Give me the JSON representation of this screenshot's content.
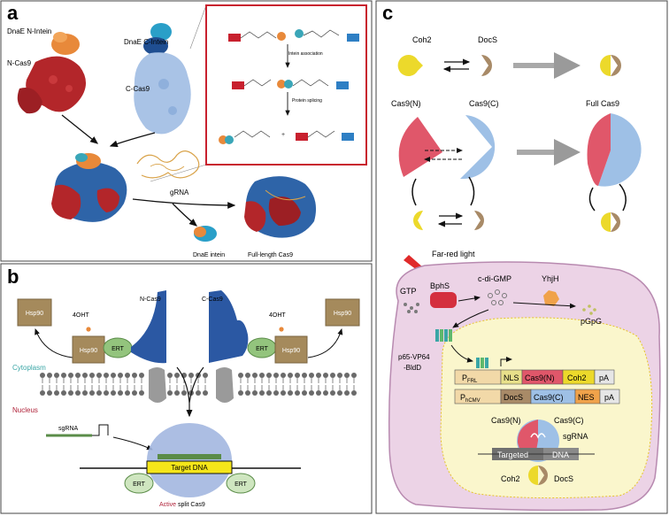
{
  "panels": {
    "a": {
      "letter": "a",
      "labels": {
        "dnae_n_intein": "DnaE N-Intein",
        "n_cas9": "N-Cas9",
        "dnae_c_intein": "DnaE C-Intein",
        "c_cas9": "C-Cas9",
        "grna": "gRNA",
        "dnae_intein": "DnaE intein",
        "full_length": "Full-length Cas9"
      },
      "inset": {
        "step1": "Intein association",
        "step2": "Protein splicing"
      },
      "colors": {
        "n_cas9": "#b3262a",
        "c_cas9": "#2e64a8",
        "c_cas9_light": "#a9c3e6",
        "intein": "#e8893a",
        "inset_border": "#c8202e"
      }
    },
    "b": {
      "letter": "b",
      "labels": {
        "hsp90_left": "Hsp90",
        "hsp90_left2": "Hsp90",
        "ert_left": "ERT",
        "ohtl": "4OHT",
        "n_cas9": "N-Cas9",
        "c_cas9": "C-Cas9",
        "ohtr": "4OHT",
        "ert_right": "ERT",
        "hsp90_right": "Hsp90",
        "hsp90_right2": "Hsp90",
        "cytoplasm": "Cytoplasm",
        "nucleus": "Nucleus",
        "sgrna": "sgRNA",
        "target_dna": "Target DNA",
        "ert_bl": "ERT",
        "ert_br": "ERT",
        "active_word": "Active",
        "active_rest": " split Cas9"
      },
      "colors": {
        "cas9": "#2b58a3",
        "hsp90": "#a58a5c",
        "ert": "#93c47d",
        "target": "#f5e61a",
        "cytoplasm": "#3aa6a6",
        "nucleus": "#b0233a"
      }
    },
    "c": {
      "letter": "c",
      "labels": {
        "coh2": "Coh2",
        "docs": "DocS",
        "cas9n": "Cas9(N)",
        "cas9c": "Cas9(C)",
        "full": "Full Cas9",
        "far_red": "Far-red light",
        "gtp": "GTP",
        "bphs": "BphS",
        "cdigmp": "c-di-GMP",
        "yhjh": "YhjH",
        "pgpg": "pGpG",
        "p65": "p65-VP64",
        "bldd": "-BldD",
        "p_frl": "P",
        "p_frl_sub": "FRL",
        "nls": "NLS",
        "cas9n_box": "Cas9(N)",
        "coh2_box": "Coh2",
        "pa1": "pA",
        "p_hcmv": "P",
        "p_hcmv_sub": "hCMV",
        "docs_box": "DocS",
        "cas9c_box": "Cas9(C)",
        "nes": "NES",
        "pa2": "pA",
        "cas9n_cell": "Cas9(N)",
        "cas9c_cell": "Cas9(C)",
        "sgrna": "sgRNA",
        "targeted": "Targeted",
        "dna": "DNA",
        "coh2_cell": "Coh2",
        "docs_cell": "DocS"
      },
      "colors": {
        "coh2": "#ecd92b",
        "docs": "#a88a67",
        "cas9n": "#e0576a",
        "cas9c": "#9ec0e6",
        "cell": "#ecd3e6",
        "nucleus": "#faf6cc",
        "gray_arrow": "#a9a9a9"
      }
    }
  }
}
